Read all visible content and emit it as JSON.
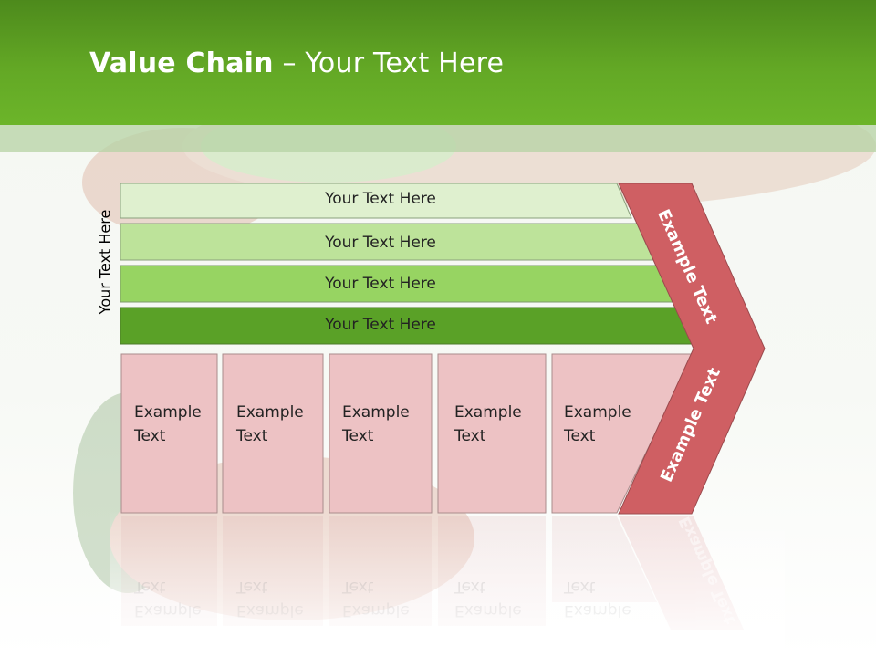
{
  "title": {
    "bold": "Value Chain",
    "rest": " – Your Text Here"
  },
  "side_label": "Your Text Here",
  "bars": [
    {
      "label": "Your Text Here",
      "fill": "#dff0cf"
    },
    {
      "label": "Your Text Here",
      "fill": "#bde39a"
    },
    {
      "label": "Your Text Here",
      "fill": "#97d462"
    },
    {
      "label": "Your Text Here",
      "fill": "#5aa127"
    }
  ],
  "cards": [
    {
      "line1": "Example",
      "line2": "Text"
    },
    {
      "line1": "Example",
      "line2": "Text"
    },
    {
      "line1": "Example",
      "line2": "Text"
    },
    {
      "line1": "Example",
      "line2": "Text"
    },
    {
      "line1": "Example",
      "line2": "Text"
    }
  ],
  "arrow": {
    "upper": "Example Text",
    "lower": "Example Text",
    "fill": "#cf5f63"
  },
  "colors": {
    "header": "#63a825",
    "card": "#edc2c4",
    "card_border": "#a98c8c"
  }
}
